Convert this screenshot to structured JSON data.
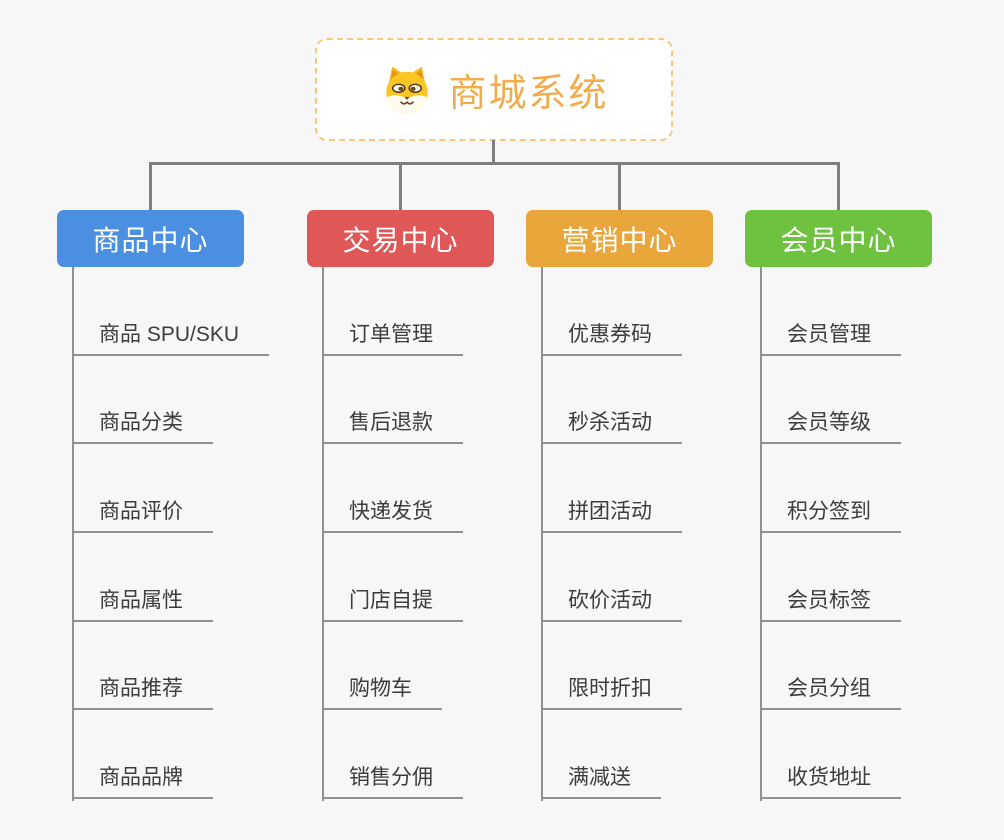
{
  "canvas": {
    "background": "#f7f7f7"
  },
  "root": {
    "title": "商城系统",
    "title_color": "#f0ad4e",
    "border_color": "#f5c87f",
    "background": "#ffffff",
    "icon": "doge-face-icon"
  },
  "connectors": {
    "tree_color": "#7f7f7f",
    "list_color": "#909090"
  },
  "branches": [
    {
      "id": "product-center",
      "label": "商品中心",
      "color": "#4b8fe2",
      "text_color": "#ffffff",
      "items": [
        "商品 SPU/SKU",
        "商品分类",
        "商品评价",
        "商品属性",
        "商品推荐",
        "商品品牌"
      ]
    },
    {
      "id": "trade-center",
      "label": "交易中心",
      "color": "#e05757",
      "text_color": "#ffffff",
      "items": [
        "订单管理",
        "售后退款",
        "快递发货",
        "门店自提",
        "购物车",
        "销售分佣"
      ]
    },
    {
      "id": "marketing-center",
      "label": "营销中心",
      "color": "#e9a63a",
      "text_color": "#ffffff",
      "items": [
        "优惠券码",
        "秒杀活动",
        "拼团活动",
        "砍价活动",
        "限时折扣",
        "满减送"
      ]
    },
    {
      "id": "member-center",
      "label": "会员中心",
      "color": "#6fc140",
      "text_color": "#ffffff",
      "items": [
        "会员管理",
        "会员等级",
        "积分签到",
        "会员标签",
        "会员分组",
        "收货地址"
      ]
    }
  ]
}
